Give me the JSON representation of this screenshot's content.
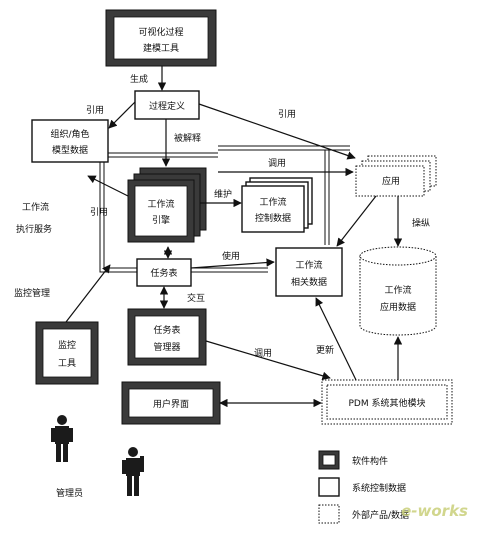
{
  "nodes": {
    "visual_modeler": [
      "可视化过程",
      "建模工具"
    ],
    "process_def": "过程定义",
    "org_model": [
      "组织/角色",
      "模型数据"
    ],
    "wf_engine": [
      "工作流",
      "引擎"
    ],
    "wf_control": [
      "工作流",
      "控制数据"
    ],
    "application": "应用",
    "task_list": "任务表",
    "wf_relevant": [
      "工作流",
      "相关数据"
    ],
    "app_data": [
      "工作流",
      "应用数据"
    ],
    "task_manager": [
      "任务表",
      "管理器"
    ],
    "monitor_tool": [
      "监控",
      "工具"
    ],
    "user_interface": "用户界面",
    "pdm_other": "PDM 系统其他模块"
  },
  "edge_labels": {
    "generate": "生成",
    "ref_left": "引用",
    "ref_right": "引用",
    "ref_mid": "引用",
    "interpreted": "被解释",
    "call_top": "调用",
    "maintain": "维护",
    "use": "使用",
    "operate": "操纵",
    "interact": "交互",
    "call_bottom": "调用",
    "update": "更新"
  },
  "side_labels": {
    "wf_exec_service": [
      "工作流",
      "执行服务"
    ],
    "monitor_mgmt": "监控管理",
    "admin": "管理员"
  },
  "legend": [
    {
      "label": "软件构件",
      "style": "dark-border"
    },
    {
      "label": "系统控制数据",
      "style": "plain"
    },
    {
      "label": "外部产品/数据",
      "style": "dotted"
    }
  ],
  "watermark": "e-works"
}
